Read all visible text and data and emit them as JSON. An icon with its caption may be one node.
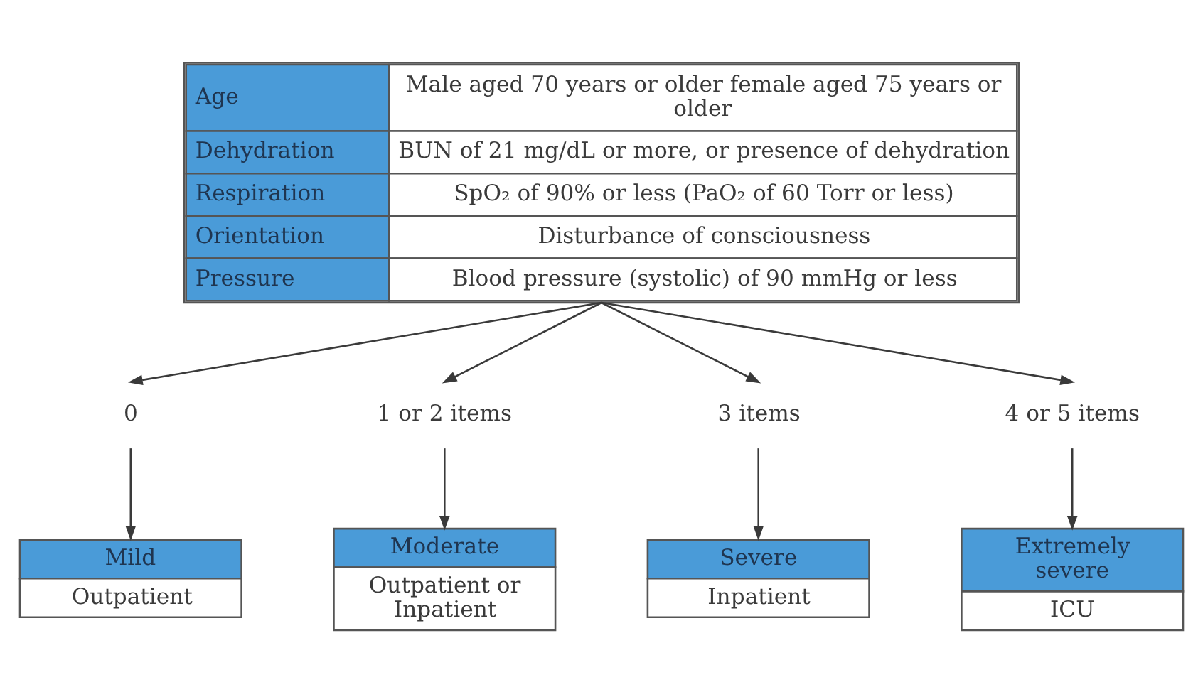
{
  "diagram": {
    "nodes": [
      {
        "text": [
          "Age",
          "Male aged 70 years or older female aged 75 years or older",
          "Dehydration",
          "BUN of 21 mg/dL or more, or presence of dehydration",
          "Respiration",
          "SpO₂ of 90% or less (PaO₂ of 60 Torr or less)",
          "Orientation",
          "Disturbance of consciousness",
          "Pressure",
          "Blood pressure (systolic) of 90 mmHg or less"
        ]
      },
      {
        "text": [
          "0"
        ]
      },
      {
        "text": [
          "1 or 2 items"
        ]
      },
      {
        "text": [
          "3 items"
        ]
      },
      {
        "text": [
          "4 or 5 items"
        ]
      },
      {
        "text": [
          "Mild",
          "Outpatient"
        ]
      },
      {
        "text": [
          "Moderate",
          "Outpatient or Inpatient"
        ]
      },
      {
        "text": [
          "Severe",
          "Inpatient"
        ]
      },
      {
        "text": [
          "Extremely severe",
          "ICU"
        ]
      }
    ],
    "edges": [
      {
        "from": 0,
        "to": 1,
        "arrow": "to"
      },
      {
        "from": 0,
        "to": 2,
        "arrow": "to"
      },
      {
        "from": 0,
        "to": 3,
        "arrow": "to"
      },
      {
        "from": 0,
        "to": 4,
        "arrow": "to"
      },
      {
        "from": 1,
        "to": 5,
        "arrow": "to"
      },
      {
        "from": 2,
        "to": 6,
        "arrow": "to"
      },
      {
        "from": 3,
        "to": 7,
        "arrow": "to"
      },
      {
        "from": 4,
        "to": 8,
        "arrow": "to"
      }
    ]
  }
}
